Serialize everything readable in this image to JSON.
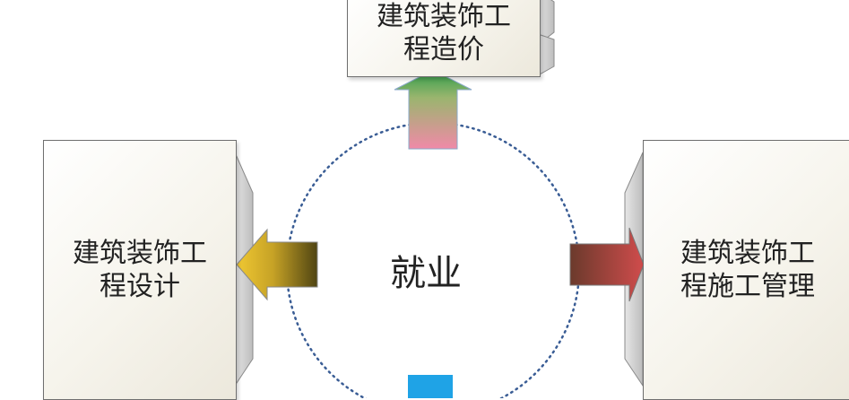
{
  "nodes": {
    "top": {
      "line1": "建筑装饰工",
      "line2": "程造价"
    },
    "left": {
      "line1": "建筑装饰工",
      "line2": "程设计"
    },
    "right": {
      "line1": "建筑装饰工",
      "line2": "程施工管理"
    }
  },
  "center": {
    "label": "就业"
  },
  "colors": {
    "arrow_up_top": "#2e9e4a",
    "arrow_up_bottom": "#f08aa8",
    "arrow_left_light": "#e9c22e",
    "arrow_left_dark": "#5a4a14",
    "arrow_right_dark": "#6b3a2c",
    "arrow_right_light": "#c84a4a",
    "bottom_block": "#1fa3e6",
    "circle_dots": "#3a5d95"
  }
}
